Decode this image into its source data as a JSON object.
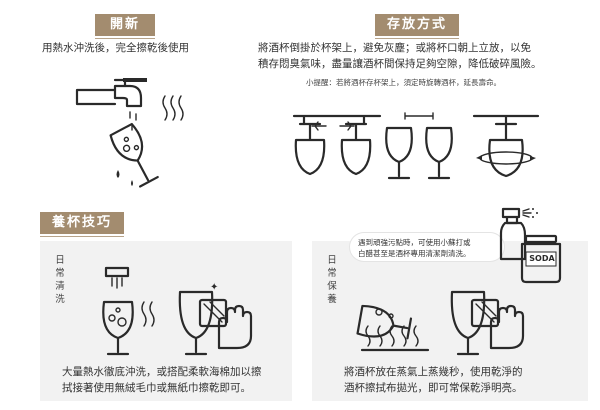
{
  "colors": {
    "tag_bg": "#a38c6f",
    "panel_bg": "#f2f2f2",
    "line": "#2a2a2a"
  },
  "opening": {
    "title": "開新杯",
    "desc": "用熱水沖洗後，完全擦乾後使用"
  },
  "storage": {
    "title": "存放方式",
    "desc_line1": "將酒杯倒掛於杯架上，避免灰塵；或將杯口朝上立放，以免",
    "desc_line2": "積存悶臭氣味，盡量讓酒杯間保持足夠空隙，降低破碎風險。",
    "tip": "小提醒：若將酒杯存杯架上，須定時旋轉酒杯，延長壽命。"
  },
  "care": {
    "title": "養杯技巧",
    "daily_clean": {
      "label": "日常清洗",
      "desc_line1": "大量熱水徹底沖洗，或搭配柔軟海棉加以擦",
      "desc_line2": "拭接著使用無絨毛巾或無紙巾擦乾即可。"
    },
    "daily_maintain": {
      "label": "日常保養",
      "bubble_line1": "遇到頑強污點時，可使用小蘇打或",
      "bubble_line2": "白醋甚至是酒杯專用清潔劑清洗。",
      "soda_label": "SODA",
      "desc_line1": "將酒杯放在蒸氣上蒸幾秒，使用乾淨的",
      "desc_line2": "酒杯擦拭布拋光，即可常保乾淨明亮。"
    }
  },
  "icons": [
    "faucet-icon",
    "wine-glass-icon",
    "glass-rack-icon",
    "rotate-icon",
    "cloth-icon",
    "hand-icon",
    "spray-bottle-icon",
    "soda-jar-icon",
    "steam-icon"
  ]
}
